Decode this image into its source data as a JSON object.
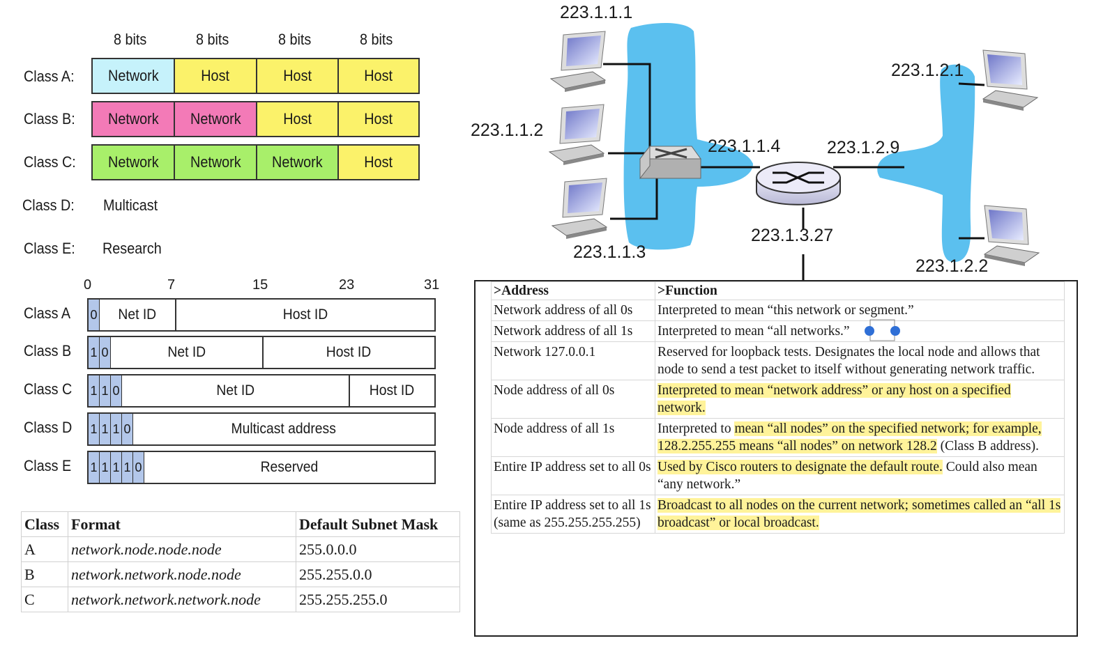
{
  "class_table": {
    "bits_headers": [
      "8 bits",
      "8 bits",
      "8 bits",
      "8 bits"
    ],
    "rows": [
      {
        "label": "Class A:",
        "cells": [
          "Network",
          "Host",
          "Host",
          "Host"
        ]
      },
      {
        "label": "Class B:",
        "cells": [
          "Network",
          "Network",
          "Host",
          "Host"
        ]
      },
      {
        "label": "Class C:",
        "cells": [
          "Network",
          "Network",
          "Network",
          "Host"
        ]
      },
      {
        "label": "Class D:",
        "text": "Multicast"
      },
      {
        "label": "Class E:",
        "text": "Research"
      }
    ],
    "colors": {
      "network_a": "#c6f2fb",
      "network_b": "#f37ab7",
      "network_c": "#a8ef6a",
      "host": "#fbf26a"
    }
  },
  "bit_format": {
    "ticks": [
      "0",
      "7",
      "15",
      "23",
      "31"
    ],
    "rows": [
      {
        "label": "Class A",
        "prefix": [
          "0"
        ],
        "fields": [
          "Net ID",
          "Host ID"
        ]
      },
      {
        "label": "Class B",
        "prefix": [
          "1",
          "0"
        ],
        "fields": [
          "Net ID",
          "Host ID"
        ]
      },
      {
        "label": "Class C",
        "prefix": [
          "1",
          "1",
          "0"
        ],
        "fields": [
          "Net ID",
          "Host ID"
        ]
      },
      {
        "label": "Class D",
        "prefix": [
          "1",
          "1",
          "1",
          "0"
        ],
        "fields": [
          "Multicast address"
        ]
      },
      {
        "label": "Class E",
        "prefix": [
          "1",
          "1",
          "1",
          "1",
          "0"
        ],
        "fields": [
          "Reserved"
        ]
      }
    ]
  },
  "subnet_table": {
    "headers": [
      "Class",
      "Format",
      "Default Subnet Mask"
    ],
    "rows": [
      [
        "A",
        "network.node.node.node",
        "255.0.0.0"
      ],
      [
        "B",
        "network.network.node.node",
        "255.255.0.0"
      ],
      [
        "C",
        "network.network.network.node",
        "255.255.255.0"
      ]
    ]
  },
  "network_diagram": {
    "hosts_left": [
      "223.1.1.1",
      "223.1.1.2",
      "223.1.1.3"
    ],
    "switch_ip": "223.1.1.4",
    "router_right_ip": "223.1.2.9",
    "router_down_ip": "223.1.3.27",
    "hosts_right": [
      "223.1.2.1",
      "223.1.2.2"
    ],
    "subnet_color": "#5bc0ef"
  },
  "address_table": {
    "headers": [
      ">Address",
      ">Function"
    ],
    "rows": [
      {
        "address": "Network address of all 0s",
        "function": "Interpreted to mean “this network or segment.”"
      },
      {
        "address": "Network address of all 1s",
        "function": "Interpreted to mean “all networks.”"
      },
      {
        "address": "Network 127.0.0.1",
        "function": "Reserved for loopback tests. Designates the local node and allows that node to send a test packet to itself without generating network traffic."
      },
      {
        "address": "Node address of all 0s",
        "function": "Interpreted to mean “network address” or any host on a specified network."
      },
      {
        "address": "Node address of all 1s",
        "function_plain": "Interpreted to ",
        "function_hl": "mean “all nodes” on the specified network; for example, 128.2.255.255 means “all nodes” on network 128.2",
        "function_tail": " (Class B address)."
      },
      {
        "address": "Entire IP address set to all 0s",
        "function_hl": "Used by Cisco routers to designate the default route.",
        "function_tail": " Could also mean “any network.”"
      },
      {
        "address": "Entire IP address set to all 1s (same as 255.255.255.255)",
        "function_hl": "Broadcast to all nodes on the current network; sometimes called an “all 1s broadcast” or local broadcast."
      }
    ],
    "highlight_color": "#fff39a"
  }
}
